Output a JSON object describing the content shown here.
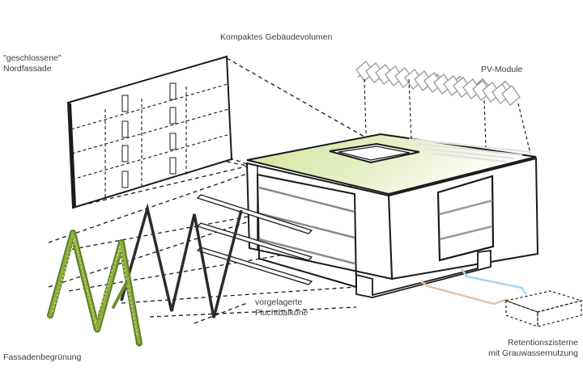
{
  "labels": {
    "volume": "Kompaktes Gebäudevolumen",
    "north_line1": "\"geschlossene\"",
    "north_line2": "Nordfassade",
    "pv": "PV-Module",
    "balcony_line1": "vorgelagerte",
    "balcony_line2": "Fluchtbalkone",
    "greening": "Fassadenbegrünung",
    "cistern_line1": "Retentionszisterne",
    "cistern_line2": "mit Grauwassernutzung"
  },
  "colors": {
    "line": "#1a1a1a",
    "roof_green": "#d7e6a6",
    "plants": "#6f8f2e",
    "grey_water_pipe": "#e8c3a8",
    "rain_pipe": "#a9d4ee",
    "pv": "#9a9a9a"
  }
}
